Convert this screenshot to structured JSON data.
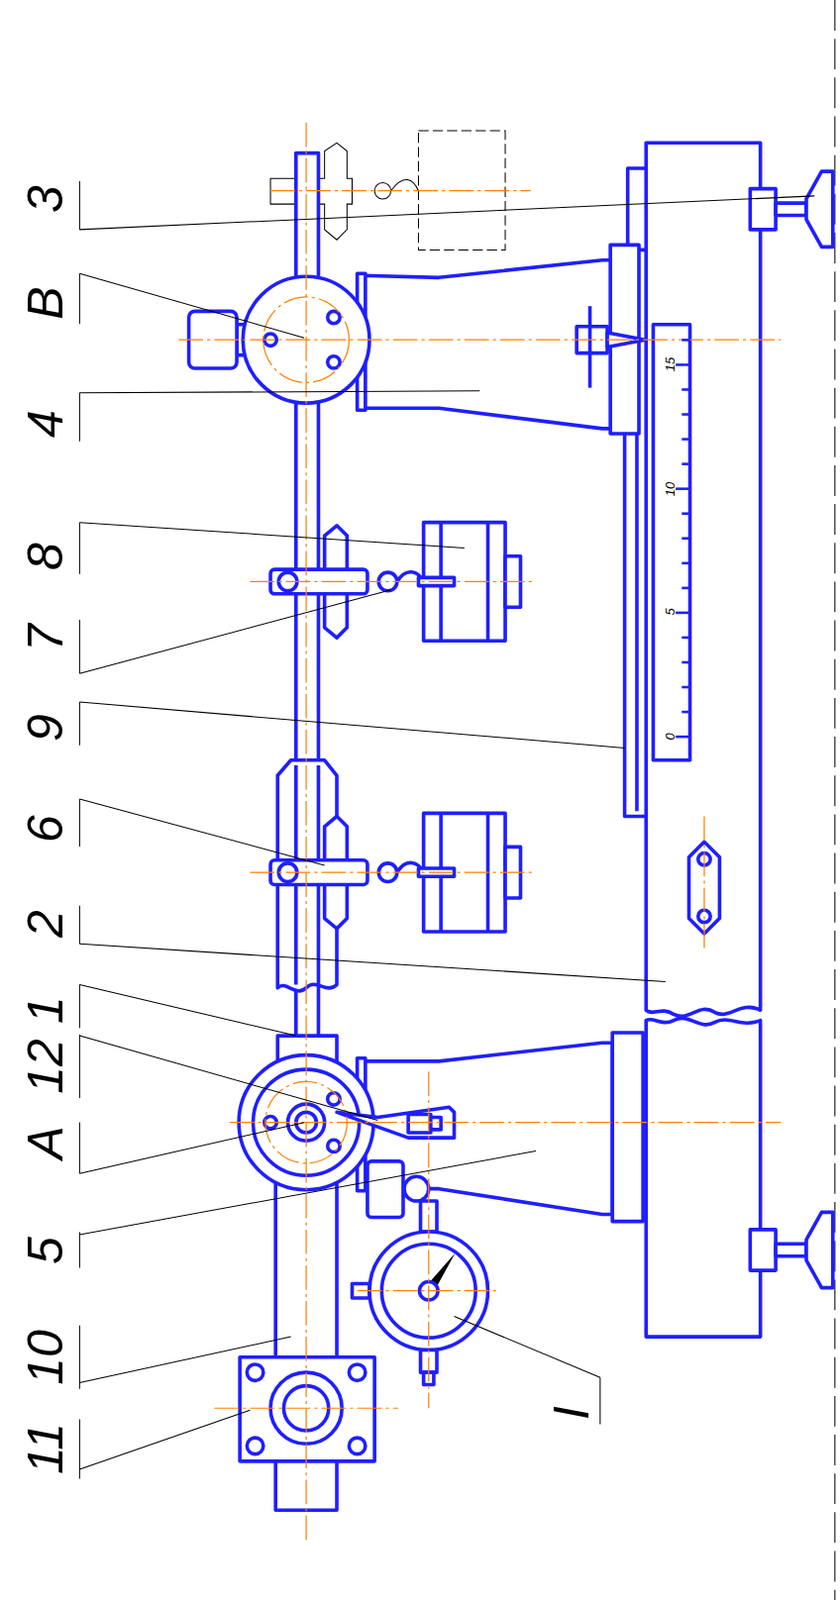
{
  "diagram": {
    "labels": [
      "3",
      "B",
      "4",
      "8",
      "7",
      "9",
      "6",
      "2",
      "1",
      "12",
      "A",
      "5",
      "10",
      "11",
      "I",
      "15",
      "10",
      "5",
      "0"
    ]
  }
}
